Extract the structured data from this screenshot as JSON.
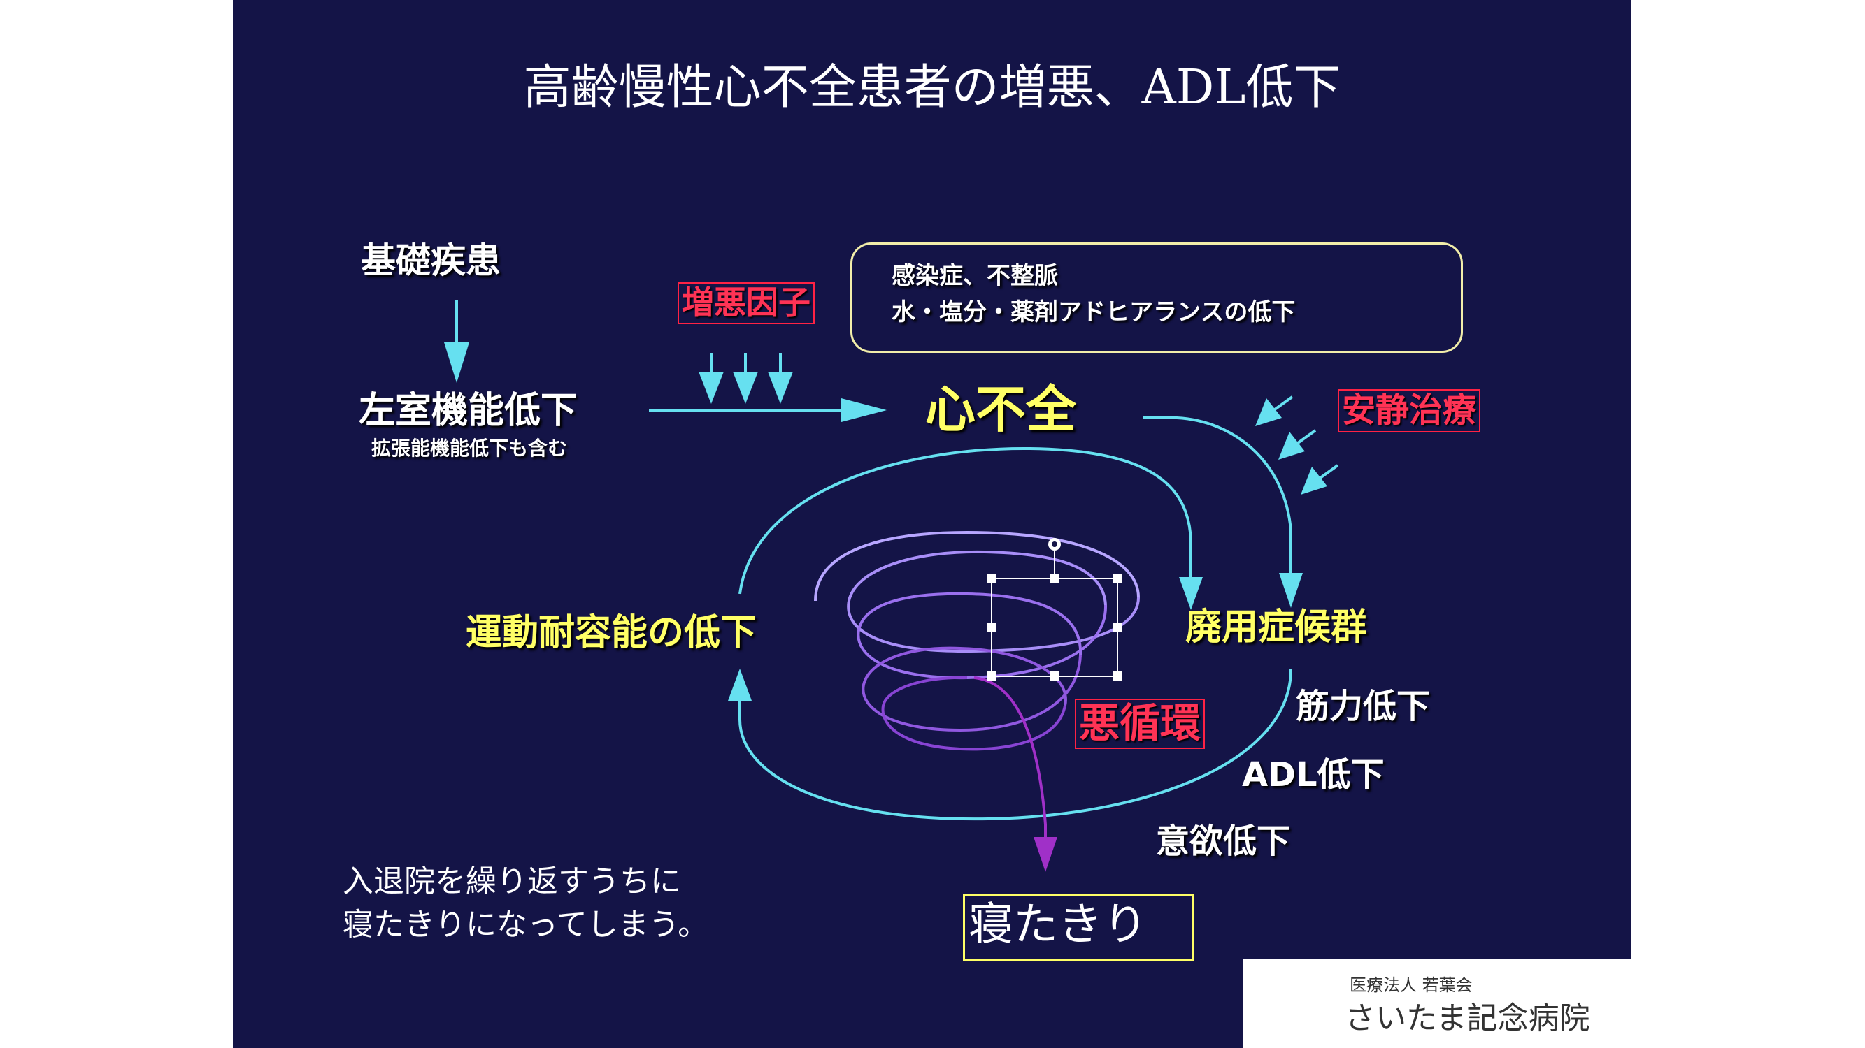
{
  "title": "高齢慢性心不全患者の増悪、ADL低下",
  "nodes": {
    "underlying_disease": "基礎疾患",
    "lv_dysfunction": "左室機能低下",
    "lv_dysfunction_note": "拡張能機能低下も含む",
    "exacerbation_factor": "増悪因子",
    "factor_line_1": "感染症、不整脈",
    "factor_line_2": "水・塩分・薬剤アドヒアランスの低下",
    "heart_failure": "心不全",
    "rest_treatment": "安静治療",
    "reduced_exercise_tolerance": "運動耐容能の低下",
    "disuse_syndrome": "廃用症候群",
    "muscle_weakness": "筋力低下",
    "adl_decline": "ADL低下",
    "motivation_decline": "意欲低下",
    "vicious_cycle": "悪循環",
    "bedridden": "寝たきり"
  },
  "note": {
    "line_1": "入退院を繰り返すうちに",
    "line_2": "寝たきりになってしまう。"
  },
  "logo": {
    "org": "医療法人 若葉会",
    "hospital": "さいたま記念病院"
  },
  "colors": {
    "background": "#141447",
    "arrow": "#66e0f0",
    "spiral_outer": "#9c8cf2",
    "spiral_inner": "#a24dd6",
    "label_yellow": "#ffff66",
    "label_red": "#ff3355",
    "logo_red": "#e8556a"
  }
}
